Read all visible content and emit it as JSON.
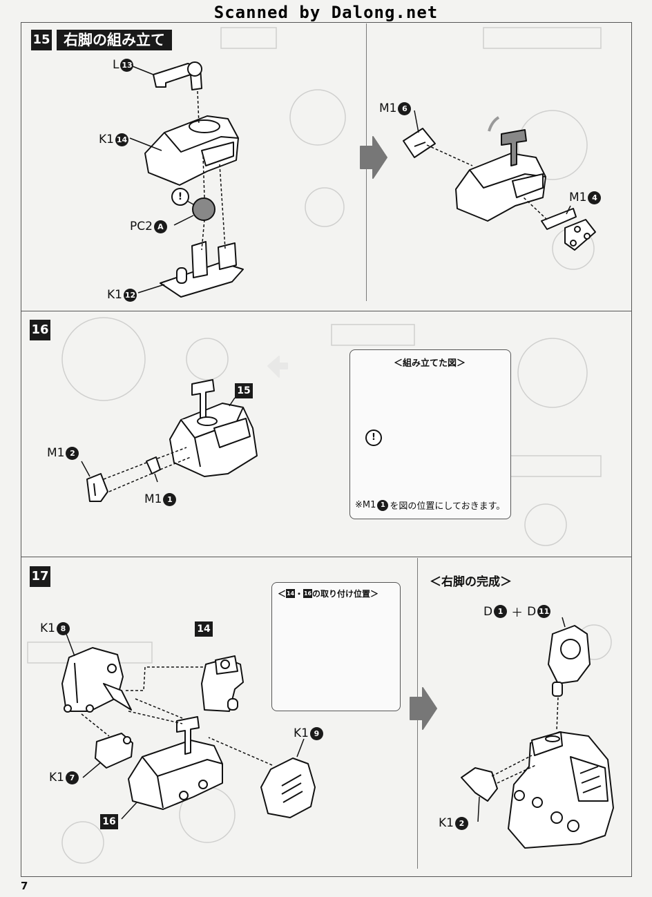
{
  "header": {
    "scan_credit": "Scanned by Dalong.net"
  },
  "step15": {
    "number": "15",
    "title": "右脚の組み立て",
    "labels": [
      {
        "pre": "L",
        "num": "13"
      },
      {
        "pre": "K1",
        "num": "14"
      },
      {
        "pre": "PC2",
        "num": "A"
      },
      {
        "pre": "K1",
        "num": "12"
      },
      {
        "pre": "M1",
        "num": "6"
      },
      {
        "pre": "M1",
        "num": "4"
      }
    ],
    "warning": "!"
  },
  "step16": {
    "number": "16",
    "ref_step": "15",
    "labels": [
      {
        "pre": "M1",
        "num": "2"
      },
      {
        "pre": "M1",
        "num": "1"
      }
    ],
    "callout": {
      "title": "＜組み立てた図＞",
      "warning": "!",
      "note_prefix": "※M1",
      "note_num": "1",
      "note_suffix": "を図の位置にしておきます。"
    }
  },
  "step17": {
    "number": "17",
    "labels": [
      {
        "pre": "K1",
        "num": "8"
      },
      {
        "pre": "K1",
        "num": "7"
      },
      {
        "pre": "K1",
        "num": "9"
      }
    ],
    "ref_14": "14",
    "ref_16": "16",
    "callout": {
      "prefix": "＜",
      "ref_a": "14",
      "dot": "・",
      "ref_b": "16",
      "suffix": "の取り付け位置＞"
    }
  },
  "complete": {
    "title": "＜右脚の完成＞",
    "d_label_a": {
      "pre": "D",
      "num": "1"
    },
    "plus": "＋",
    "d_label_b": {
      "pre": "D",
      "num": "11"
    },
    "k_label": {
      "pre": "K1",
      "num": "2"
    }
  },
  "footer": {
    "page_number": "7"
  }
}
